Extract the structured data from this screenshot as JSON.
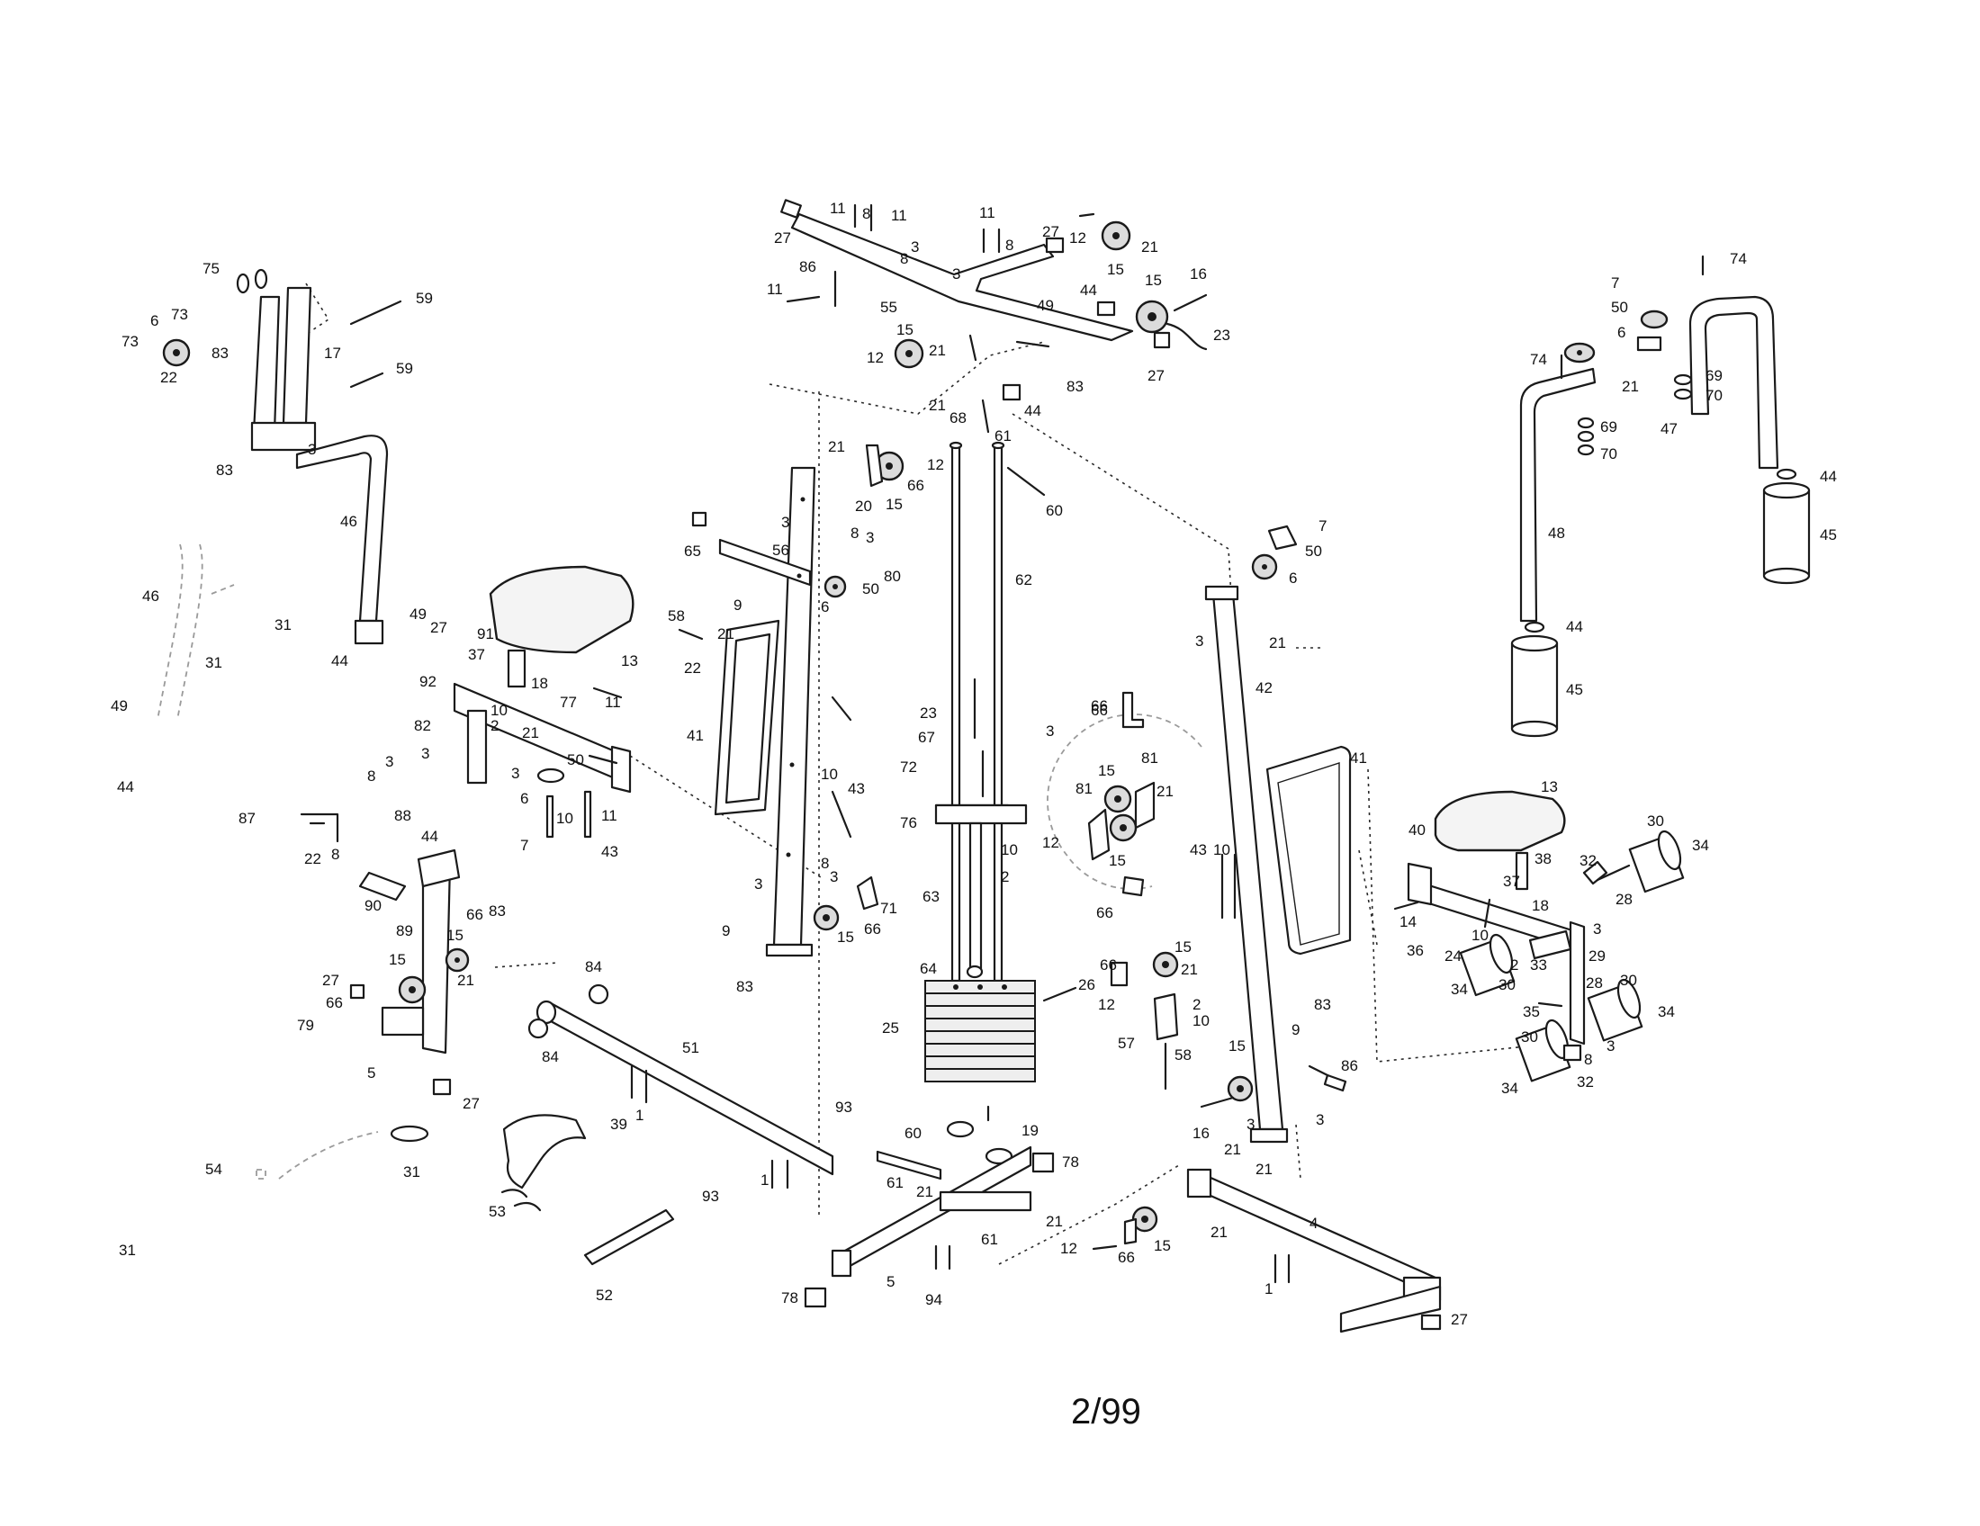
{
  "page_number": "2/99",
  "colors": {
    "ink": "#1a1a1a",
    "paper": "#ffffff"
  },
  "part_labels": {
    "p27a": "27",
    "p11a": "11",
    "p8a": "8",
    "p11b": "11",
    "p3a": "3",
    "p8b": "8",
    "p11c": "11",
    "p8c": "8",
    "p27b": "27",
    "p12a": "12",
    "p15a": "15",
    "p21a": "21",
    "p86a": "86",
    "p11d": "11",
    "p55": "55",
    "p3b": "3",
    "p15b": "15",
    "p16a": "16",
    "p49a": "49",
    "p44a": "44",
    "p23a": "23",
    "p12b": "12",
    "p15c": "15",
    "p21b": "21",
    "p83a": "83",
    "p27c": "27",
    "p44b": "44",
    "p21c": "21",
    "p68": "68",
    "p61a": "61",
    "p60a": "60",
    "p75": "75",
    "p59a": "59",
    "p73a": "73",
    "p6a": "6",
    "p73b": "73",
    "p83b": "83",
    "p17": "17",
    "p59b": "59",
    "p22a": "22",
    "p3c": "3",
    "p83c": "83",
    "p46a": "46",
    "p46b": "46",
    "p31a": "31",
    "p49b": "49",
    "p44c": "44",
    "p31b": "31",
    "p49c": "49",
    "p44d": "44",
    "p21d": "21",
    "p20": "20",
    "p15d": "15",
    "p66a": "66",
    "p12c": "12",
    "p65": "65",
    "p3d": "3",
    "p56": "56",
    "p8d": "8",
    "p3e": "3",
    "p6b": "6",
    "p50a": "50",
    "p80": "80",
    "p62": "62",
    "p58a": "58",
    "p9a": "9",
    "p21e": "21",
    "p22b": "22",
    "p41a": "41",
    "p23b": "23",
    "p3f": "3",
    "p66b": "66",
    "p67": "67",
    "p72": "72",
    "p10a": "10",
    "p43a": "43",
    "p76": "76",
    "p10b": "10",
    "p2a": "2",
    "p8e": "8",
    "p3g": "3",
    "p71": "71",
    "p63": "63",
    "p3h": "3",
    "p66c": "66",
    "p9b": "9",
    "p15e": "15",
    "p83d": "83",
    "p64": "64",
    "p26": "26",
    "p25": "25",
    "p13a": "13",
    "p27d": "27",
    "p91": "91",
    "p37a": "37",
    "p18a": "18",
    "p92": "92",
    "p10c": "10",
    "p2b": "2",
    "p21f": "21",
    "p77": "77",
    "p11e": "11",
    "p82": "82",
    "p3i": "3",
    "p3j": "3",
    "p50b": "50",
    "p6c": "6",
    "p10d": "10",
    "p11f": "11",
    "p7a": "7",
    "p43b": "43",
    "p8f": "8",
    "p3k": "3",
    "p88": "88",
    "p87": "87",
    "p44e": "44",
    "p22c": "22",
    "p8g": "8",
    "p90": "90",
    "p89": "89",
    "p66d": "66",
    "p83e": "83",
    "p15f": "15",
    "p21g": "21",
    "p27e": "27",
    "p66e": "66",
    "p79": "79",
    "p5a": "5",
    "p27f": "27",
    "p84a": "84",
    "p84b": "84",
    "p51": "51",
    "p1a": "1",
    "p39": "39",
    "p93a": "93",
    "p93b": "93",
    "p1b": "1",
    "p54": "54",
    "p31c": "31",
    "p53": "53",
    "p52": "52",
    "p31d": "31",
    "p60b": "60",
    "p19": "19",
    "p78a": "78",
    "p61b": "61",
    "p21h": "21",
    "p61c": "61",
    "p21i": "21",
    "p78b": "78",
    "p5b": "5",
    "p94": "94",
    "p7b": "7",
    "p50c": "50",
    "p6d": "6",
    "p3l": "3",
    "p21j": "21",
    "p42": "42",
    "p41b": "41",
    "p66f": "66",
    "p15g": "15",
    "p81a": "81",
    "p81b": "81",
    "p21k": "21",
    "p12d": "12",
    "p15h": "15",
    "p66g": "66",
    "p43c": "43",
    "p10e": "10",
    "p66h": "66",
    "p15i": "15",
    "p21l": "21",
    "p12e": "12",
    "p2c": "2",
    "p10f": "10",
    "p57": "57",
    "p58b": "58",
    "p9c": "9",
    "p83f": "83",
    "p15j": "15",
    "p86b": "86",
    "p16b": "16",
    "p3m": "3",
    "p3n": "3",
    "p21m": "21",
    "p21n": "21",
    "p21o": "21",
    "p12f": "12",
    "p66i": "66",
    "p15k": "15",
    "p4": "4",
    "p1c": "1",
    "p27g": "27",
    "p74a": "74",
    "p7c": "7",
    "p50d": "50",
    "p6e": "6",
    "p74b": "74",
    "p21p": "21",
    "p69a": "69",
    "p70a": "70",
    "p69b": "69",
    "p70b": "70",
    "p47": "47",
    "p44f": "44",
    "p45a": "45",
    "p48": "48",
    "p44g": "44",
    "p45b": "45",
    "p13b": "13",
    "p40": "40",
    "p38": "38",
    "p32a": "32",
    "p30a": "30",
    "p34a": "34",
    "p37b": "37",
    "p18b": "18",
    "p28a": "28",
    "p14": "14",
    "p36": "36",
    "p24": "24",
    "p10g": "10",
    "p2d": "2",
    "p33": "33",
    "p3o": "3",
    "p29": "29",
    "p34b": "34",
    "p30b": "30",
    "p28b": "28",
    "p30c": "30",
    "p34c": "34",
    "p35": "35",
    "p30d": "30",
    "p8h": "8",
    "p3p": "3",
    "p34d": "34",
    "p32b": "32"
  }
}
